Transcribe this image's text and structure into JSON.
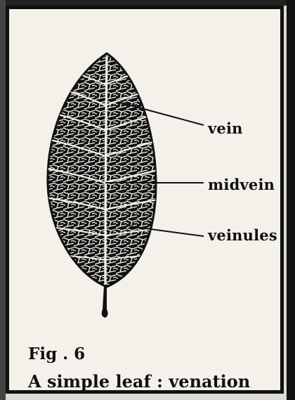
{
  "labels": {
    "vein": "vein",
    "midvein": "midvein",
    "veinules": "veinules"
  },
  "caption": {
    "figure": "Fig . 6",
    "title": "A simple leaf :  venation"
  },
  "colors": {
    "ink": "#111111",
    "paper": "#f3f1ea",
    "vein": "#ffffff"
  }
}
